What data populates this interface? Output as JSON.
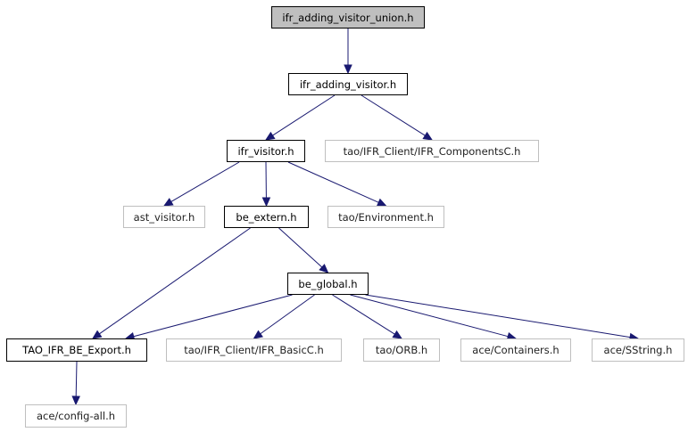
{
  "colors": {
    "edge": "#191970",
    "border_doc": "#000000",
    "border_ext": "#bfbfbf",
    "root_fill": "#bfbfbf"
  },
  "nodes": {
    "root": "ifr_adding_visitor_union.h",
    "adding_visitor": "ifr_adding_visitor.h",
    "components": "tao/IFR_Client/IFR_ComponentsC.h",
    "visitor": "ifr_visitor.h",
    "ast_visitor": "ast_visitor.h",
    "be_extern": "be_extern.h",
    "environment": "tao/Environment.h",
    "be_global": "be_global.h",
    "export": "TAO_IFR_BE_Export.h",
    "basic": "tao/IFR_Client/IFR_BasicC.h",
    "orb": "tao/ORB.h",
    "containers": "ace/Containers.h",
    "sstring": "ace/SString.h",
    "config": "ace/config-all.h"
  },
  "edges": [
    [
      "root",
      "adding_visitor"
    ],
    [
      "adding_visitor",
      "visitor"
    ],
    [
      "adding_visitor",
      "components"
    ],
    [
      "visitor",
      "ast_visitor"
    ],
    [
      "visitor",
      "be_extern"
    ],
    [
      "visitor",
      "environment"
    ],
    [
      "be_extern",
      "export"
    ],
    [
      "be_extern",
      "be_global"
    ],
    [
      "be_global",
      "export"
    ],
    [
      "be_global",
      "basic"
    ],
    [
      "be_global",
      "orb"
    ],
    [
      "be_global",
      "containers"
    ],
    [
      "be_global",
      "sstring"
    ],
    [
      "export",
      "config"
    ]
  ]
}
